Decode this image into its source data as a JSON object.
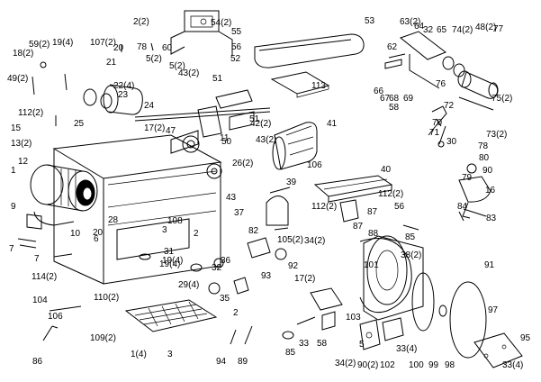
{
  "diagram": {
    "labels": [
      "2(2)",
      "54(2)",
      "55",
      "56",
      "53",
      "63(2)",
      "64",
      "32",
      "65",
      "74(2)",
      "48(2)",
      "77",
      "18(2)",
      "59(2)",
      "19(4)",
      "107(2)",
      "20",
      "78",
      "60",
      "52",
      "62",
      "49(2)",
      "21",
      "22(4)",
      "23",
      "43(2)",
      "51",
      "50",
      "5(2)",
      "5(2)",
      "66",
      "67",
      "68",
      "69",
      "58",
      "76",
      "112(2)",
      "24",
      "25",
      "41",
      "113",
      "75(2)",
      "15",
      "17(2)",
      "47",
      "42(2)",
      "43(2)",
      "51",
      "70",
      "71",
      "72",
      "73(2)",
      "13(2)",
      "12",
      "30",
      "11",
      "1",
      "26(2)",
      "106",
      "78",
      "80",
      "90",
      "79",
      "16",
      "9",
      "40",
      "43",
      "39",
      "112(2)",
      "112(2)",
      "84",
      "87",
      "83",
      "87",
      "56",
      "10",
      "28",
      "108",
      "37",
      "82",
      "105(2)",
      "34(2)",
      "88",
      "85",
      "92",
      "38(2)",
      "101",
      "91",
      "7",
      "20",
      "3",
      "6",
      "31",
      "2",
      "17(2)",
      "7",
      "29(4)",
      "19(4)",
      "32",
      "36",
      "93",
      "104",
      "106",
      "110(2)",
      "35",
      "2",
      "103",
      "97",
      "95",
      "86",
      "109(2)",
      "1(4)",
      "3",
      "94",
      "89",
      "85",
      "58",
      "33",
      "5",
      "90(2)",
      "102",
      "100",
      "99",
      "98",
      "33(4)",
      "34(2)",
      "33(4)",
      "19(4)",
      "114(2)"
    ]
  }
}
